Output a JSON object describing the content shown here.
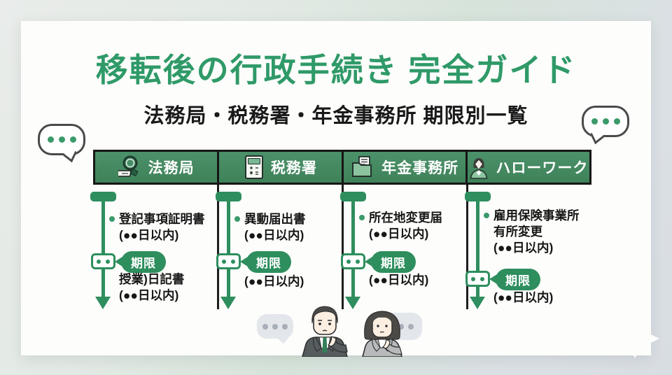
{
  "title": "移転後の行政手続き 完全ガイド",
  "subtitle": "法務局・税務署・年金事務所 期限別一覧",
  "colors": {
    "title_green": "#2f9a68",
    "header_green": "#458a62",
    "timeline_green": "#2e8e5e",
    "bullet_green": "#3a9a6a",
    "text_black": "#171717",
    "card_white": "#fdfdfb"
  },
  "icons": {
    "column_icons": [
      "magnifier-document",
      "calculator",
      "folder-document",
      "person"
    ],
    "decorations": [
      "ellipsis-bubble",
      "thinking-man",
      "thinking-woman",
      "timeline-arrow"
    ]
  },
  "columns": [
    {
      "header": "法務局",
      "item1": [
        "登記事項証明書",
        "(●●日以内)"
      ],
      "deadline_label": "期限",
      "item2": [
        "授業)日記書",
        "(●●日以内)"
      ]
    },
    {
      "header": "税務署",
      "item1": [
        "異動届出書",
        "(●●日以内)"
      ],
      "deadline_label": "期限",
      "item2": [
        "(●●日以内)"
      ]
    },
    {
      "header": "年金事務所",
      "item1": [
        "所在地変更届",
        "(●●日以内)"
      ],
      "deadline_label": "期限",
      "item2": [
        "(●●日以内)"
      ]
    },
    {
      "header": "ハローワーク",
      "item1": [
        "雇用保険事業所",
        "有所変更",
        "(●●日以内)"
      ],
      "deadline_label": "期限",
      "item2": [
        "(●●日以内)"
      ]
    }
  ]
}
